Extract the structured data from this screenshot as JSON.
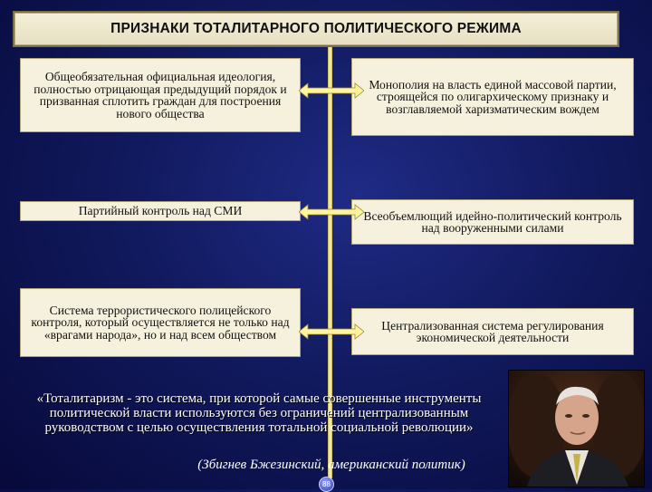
{
  "title": "ПРИЗНАКИ ТОТАЛИТАРНОГО ПОЛИТИЧЕСКОГО РЕЖИМА",
  "left": [
    "Общеобязательная официальная идеология, полностью отрицающая предыдущий порядок и призванная сплотить граждан для построения нового общества",
    "Партийный контроль над СМИ",
    "Система террористического полицейского контроля, который осуществляется не только над «врагами народа», но и над всем обществом"
  ],
  "right": [
    "Монополия на власть единой массовой партии, строящейся по олигархическому признаку и возглавляемой харизматическим вождем",
    "Всеобъемлющий идейно-политический контроль над вооруженными силами",
    "Централизованная система регулирования экономической деятельности"
  ],
  "quote": "«Тоталитаризм - это система, при которой самые совершенные инструменты политической власти используются без ограничений централизованным руководством с целью осуществления тотальной социальной революции»",
  "attribution": "(Збигнев Бжезинский, американский политик)",
  "page_number": "88"
}
